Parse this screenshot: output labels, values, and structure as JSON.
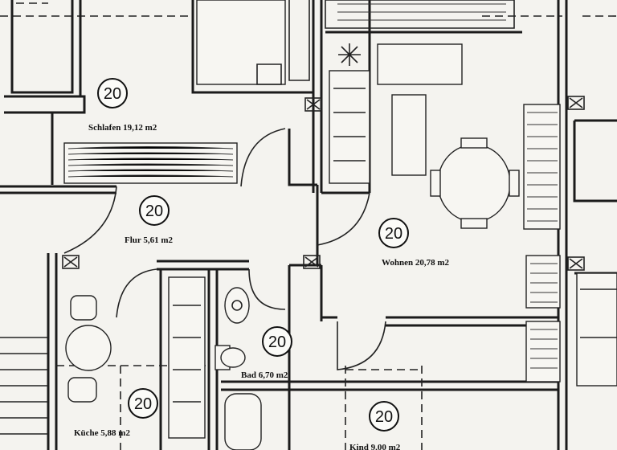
{
  "rooms": [
    {
      "id": "schlafen",
      "name": "Schlafen 19,12 m2",
      "number": "20"
    },
    {
      "id": "flur",
      "name": "Flur 5,61 m2",
      "number": "20"
    },
    {
      "id": "wohnen",
      "name": "Wohnen 20,78 m2",
      "number": "20"
    },
    {
      "id": "bad",
      "name": "Bad 6,70 m2",
      "number": "20"
    },
    {
      "id": "kueche",
      "name": "Küche 5,88 m2",
      "number": "20"
    },
    {
      "id": "kind",
      "name": "Kind 9,00 m2",
      "number": "20"
    }
  ],
  "colors": {
    "ink": "#1b1b1b",
    "paper": "#f4f3ef"
  }
}
